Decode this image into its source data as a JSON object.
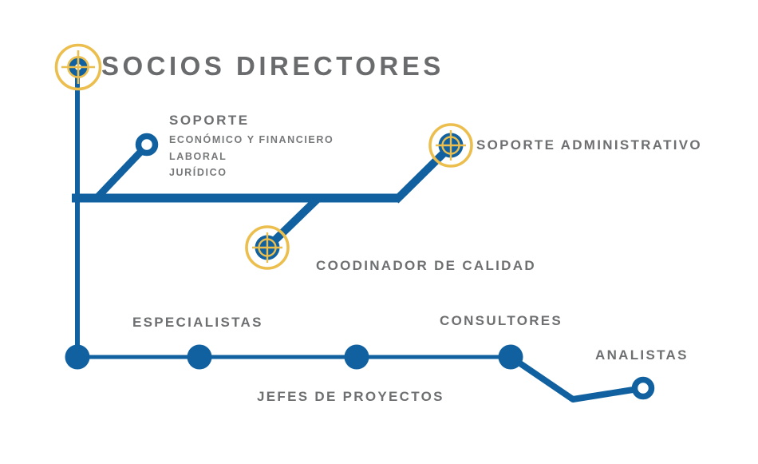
{
  "diagram": {
    "type": "org-chart-metro-style",
    "colors": {
      "line_blue": "#1161A0",
      "accent_gold": "#EBBE4D",
      "text_gray": "#6E6F71",
      "background": "#FFFFFF"
    },
    "nodes": {
      "socios_directores": {
        "label": "SOCIOS DIRECTORES",
        "marker": "target-ring-icon"
      },
      "soporte": {
        "label": "SOPORTE",
        "sublabels": [
          "ECONÓMICO Y FINANCIERO",
          "LABORAL",
          "JURÍDICO"
        ],
        "marker": "open-ring-icon"
      },
      "soporte_administrativo": {
        "label": "SOPORTE ADMINISTRATIVO",
        "marker": "target-filled-icon"
      },
      "coodinador_de_calidad": {
        "label": "COODINADOR DE CALIDAD",
        "marker": "target-filled-icon"
      },
      "especialistas": {
        "label": "ESPECIALISTAS",
        "marker": "filled-station-dot"
      },
      "jefes_de_proyectos": {
        "label": "JEFES DE PROYECTOS",
        "marker": "filled-station-dot"
      },
      "consultores": {
        "label": "CONSULTORES",
        "marker": "filled-station-dot"
      },
      "analistas": {
        "label": "ANALISTAS",
        "marker": "open-ring-icon"
      }
    }
  }
}
